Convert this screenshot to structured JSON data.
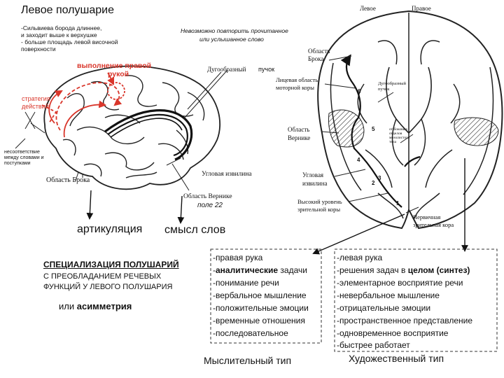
{
  "left": {
    "title": "Левое полушарие",
    "notes": [
      "-Сильвиева борода длиннее,",
      "и заходит выше к верхушке",
      "- больше площадь левой височной",
      "поверхности"
    ],
    "task_note_1": "Невозможно повторить прочитанное",
    "task_note_2": "или услышанное слово",
    "right_hand_1": "выполнение правой",
    "right_hand_2": "рукой",
    "fascicle": "Дугообразный",
    "fascicle_2": "пучок",
    "strategy_1": "стратегия",
    "strategy_2": "действий",
    "mismatch": [
      "несоответствие",
      "между словами и",
      "поступками"
    ],
    "broca": "Область Брока",
    "angular": "Угловая извилина",
    "wernicke": "Область Вернике",
    "field": "поле 22",
    "articulation": "артикуляция",
    "meaning": "смысл слов"
  },
  "right": {
    "lbl_left": "Левое",
    "lbl_right": "Правое",
    "broca_1": "Область",
    "broca_2": "Брока",
    "motor_1": "Лицевая область",
    "motor_2": "моторной коры",
    "fascicle_1": "Дугообразный",
    "fascicle_2": "пучок",
    "wernicke_1": "Область",
    "wernicke_2": "Вернике",
    "corpus_1": "от боковых",
    "corpus_2": "отделов",
    "corpus_3": "мозолистого",
    "corpus_4": "тела",
    "angular_1": "Угловая",
    "angular_2": "извилина",
    "visual_1": "Высокий уровень",
    "visual_2": "зрительной коры",
    "primary_1": "Первичная",
    "primary_2": "зрительная кора",
    "numbers": [
      "6",
      "5",
      "4",
      "3",
      "2",
      "1"
    ]
  },
  "spec": {
    "title": "СПЕЦИАЛИЗАЦИЯ ПОЛУШАРИЙ",
    "line1": "С ПРЕОБЛАДАНИЕМ РЕЧЕВЫХ",
    "line2": "ФУНКЦИЙ У ЛЕВОГО ПОЛУШАРИЯ",
    "asym_prefix": "или",
    "asym_bold": "асимметрия"
  },
  "left_list": {
    "items": [
      "-правая рука",
      "задачи",
      "-понимание речи",
      "-вербальное мышление",
      "-положительные эмоции",
      "-временные отношения",
      "-последовательное"
    ],
    "analytic_prefix": "-",
    "analytic_bold": "аналитические",
    "type": "Мыслительный тип"
  },
  "right_list": {
    "items": [
      "-левая рука",
      "-элементарное восприятие речи",
      "-невербальное мышление",
      "-отрицательные эмоции",
      "-пространственное представление",
      "-одновременное восприятие",
      "-быстрее работает"
    ],
    "synth_prefix": "-решения задач в ",
    "synth_bold": "целом (синтез)",
    "type": "Художественный тип"
  },
  "colors": {
    "red": "#d9362b",
    "ink": "#111111",
    "hatch": "#333333"
  }
}
